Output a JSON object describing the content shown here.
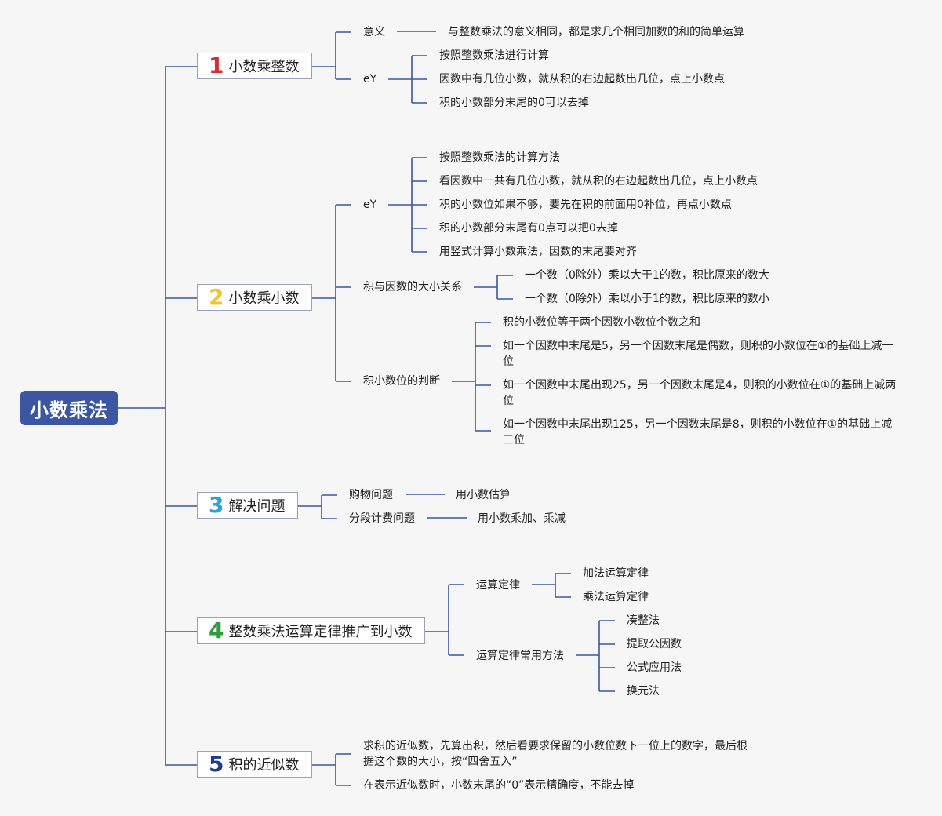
{
  "root": {
    "title": "小数乘法",
    "color": "#3b57a1"
  },
  "topics": [
    {
      "num": "1",
      "num_color": "#d62f3a",
      "label": "小数乘整数",
      "children": [
        {
          "label": "意义",
          "items": [
            "与整数乘法的意义相同，都是求几个相同加数的和的简单运算"
          ]
        },
        {
          "label": "eY",
          "items": [
            "按照整数乘法进行计算",
            "因数中有几位小数，就从积的右边起数出几位，点上小数点",
            "积的小数部分末尾的0可以去掉"
          ]
        }
      ]
    },
    {
      "num": "2",
      "num_color": "#f2c432",
      "label": "小数乘小数",
      "children": [
        {
          "label": "eY",
          "items": [
            "按照整数乘法的计算方法",
            "看因数中一共有几位小数，就从积的右边起数出几位，点上小数点",
            "积的小数位如果不够，要先在积的前面用0补位，再点小数点",
            "积的小数部分末尾有0点可以把0去掉",
            "用竖式计算小数乘法，因数的末尾要对齐"
          ]
        },
        {
          "label": "积与因数的大小关系",
          "items": [
            "一个数（0除外）乘以大于1的数，积比原来的数大",
            "一个数（0除外）乘以小于1的数，积比原来的数小"
          ]
        },
        {
          "label": "积小数位的判断",
          "items": [
            "积的小数位等于两个因数小数位个数之和",
            "如一个因数中末尾是5，另一个因数末尾是偶数，则积的小数位在①的基础上减一位",
            "如一个因数中末尾出现25，另一个因数末尾是4，则积的小数位在①的基础上减两位",
            "如一个因数中末尾出现125，另一个因数末尾是8，则积的小数位在①的基础上减三位"
          ]
        }
      ]
    },
    {
      "num": "3",
      "num_color": "#2ea1d8",
      "label": "解决问题",
      "children": [
        {
          "label": "购物问题",
          "items": [
            "用小数估算"
          ]
        },
        {
          "label": "分段计费问题",
          "items": [
            "用小数乘加、乘减"
          ]
        }
      ]
    },
    {
      "num": "4",
      "num_color": "#2e9e3a",
      "label": "整数乘法运算定律推广到小数",
      "children": [
        {
          "label": "运算定律",
          "items": [
            "加法运算定律",
            "乘法运算定律"
          ]
        },
        {
          "label": "运算定律常用方法",
          "items": [
            "凑整法",
            "提取公因数",
            "公式应用法",
            "换元法"
          ]
        }
      ]
    },
    {
      "num": "5",
      "num_color": "#1d3b8f",
      "label": "积的近似数",
      "items": [
        "求积的近似数，先算出积，然后看要求保留的小数位数下一位上的数字，最后根据这个数的大小，按“四舍五入”",
        "在表示近似数时，小数末尾的“0”表示精确度，不能去掉"
      ]
    }
  ],
  "line_color": "#3b57a1"
}
